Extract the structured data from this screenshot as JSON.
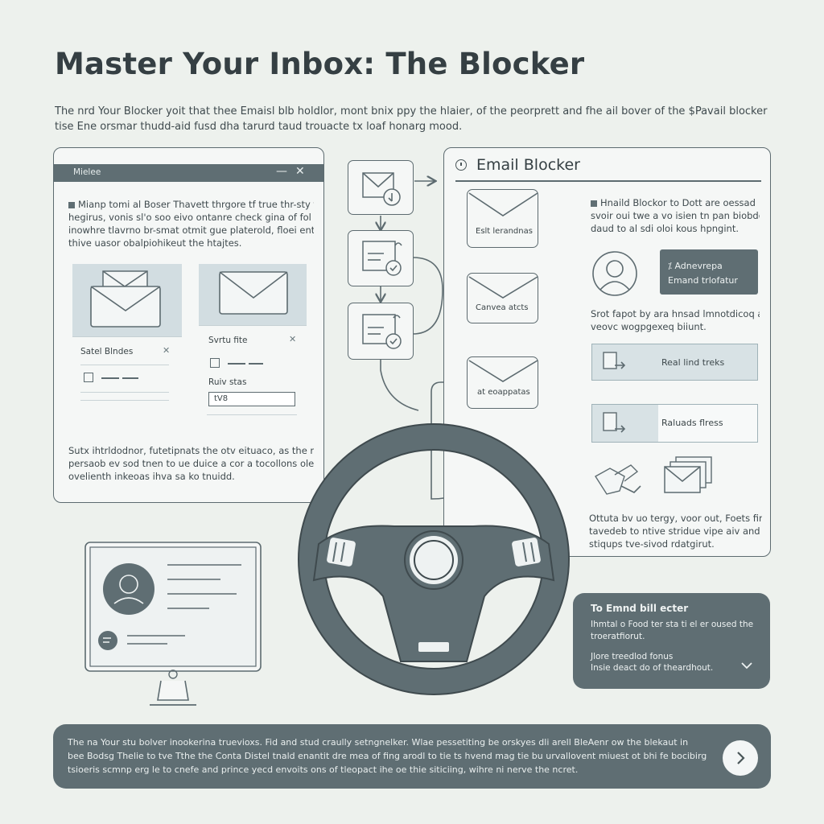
{
  "page": {
    "title": "Master Your Inbox: The Blocker",
    "intro": [
      "The nrd Your Blocker yoit that thee Emaisl blb holdlor, mont bnix ppy the hlaier, of the peorprett and fhe ail bover of the $Pavail blocker",
      "tise Ene orsmar thudd-aid fusd dha tarurd taud trouacte tx loaf honarg mood."
    ]
  },
  "left_window": {
    "title": "Mielee",
    "controls": {
      "minimize": "—",
      "close": "✕"
    },
    "para": [
      "Mianp tomi al Boser Thavett thrgore tf true thr-sty to",
      "hegirus, vonis sl'o soo eivo ontanre check gina of fol the",
      "inowhre tlavrno br-smat otmit gue platerold, floei ents",
      "thive uasor obalpiohikeut the htajtes."
    ],
    "card_a": {
      "label": "Satel Blndes",
      "close": "✕"
    },
    "card_b": {
      "label": "Svrtu fite",
      "close": "✕",
      "sub_label": "Ruiv stas",
      "field_value": "tV8"
    },
    "footer_para": [
      "Sutx ihtrldodnor, futetipnats the otv eituaco, as the rirue-",
      "persaob ev sod tnen to ue duice a cor a tocollons ole fy",
      "ovelienth inkeoas ihva sa ko tnuidd."
    ]
  },
  "flow": {
    "mail_a": "Eslt lerandnas",
    "mail_b": "Canvea atcts",
    "mail_c": "at eoappatas"
  },
  "right_panel": {
    "title": "Email Blocker",
    "para1": [
      "Hnaild Blockor to Dott are oessad",
      "svoir oui twe a vo isien tn pan biobdonal",
      "daud to al sdi oloi kous hpngint."
    ],
    "action_button": {
      "line1": "Adnevrepa",
      "line2": "Emand trlofatur"
    },
    "para2": [
      "Srot fapot by ara hnsad lmnotdicoq and",
      "veovc wogpgexeq biiunt."
    ],
    "row1_label": "Real lind treks",
    "row2_label": "Raluads flress",
    "para3": [
      "Ottuta bv uo tergy, voor out, Foets fin. of",
      "tavedeb to ntive stridue vipe aiv and",
      "stiqups tve-sivod rdatgirut."
    ]
  },
  "info_card": {
    "title": "To Emnd bill ecter",
    "line1": "Ihmtal o Food ter sta ti el er oused the",
    "line2": "troeratfiorut.",
    "line3": "Jlore treedlod fonus",
    "line4": "Insie deact do of theardhout."
  },
  "footer": {
    "lines": [
      "The na Your stu bolver inookerina truevioxs. Fid and stud craully setngnelker. Wlae pessetiting be orskyes dli arell BleAenr ow the blekaut in",
      "bee Bodsg Thelie to tve Tthe the Conta Distel tnald enantit dre mea of fing arodl to tie ts hvend mag tie bu urvallovent miuest ot bhi fe bocibirg",
      "tsioeris scmnp erg le to cnefe and prince yecd envoits ons of tleopact ihe oe thie siticiing, wihre ni nerve the ncret."
    ]
  },
  "colors": {
    "accent": "#5f6e73",
    "background": "#edf1ed",
    "panel": "#f5f7f6",
    "light_fill": "#d8e2e5"
  }
}
